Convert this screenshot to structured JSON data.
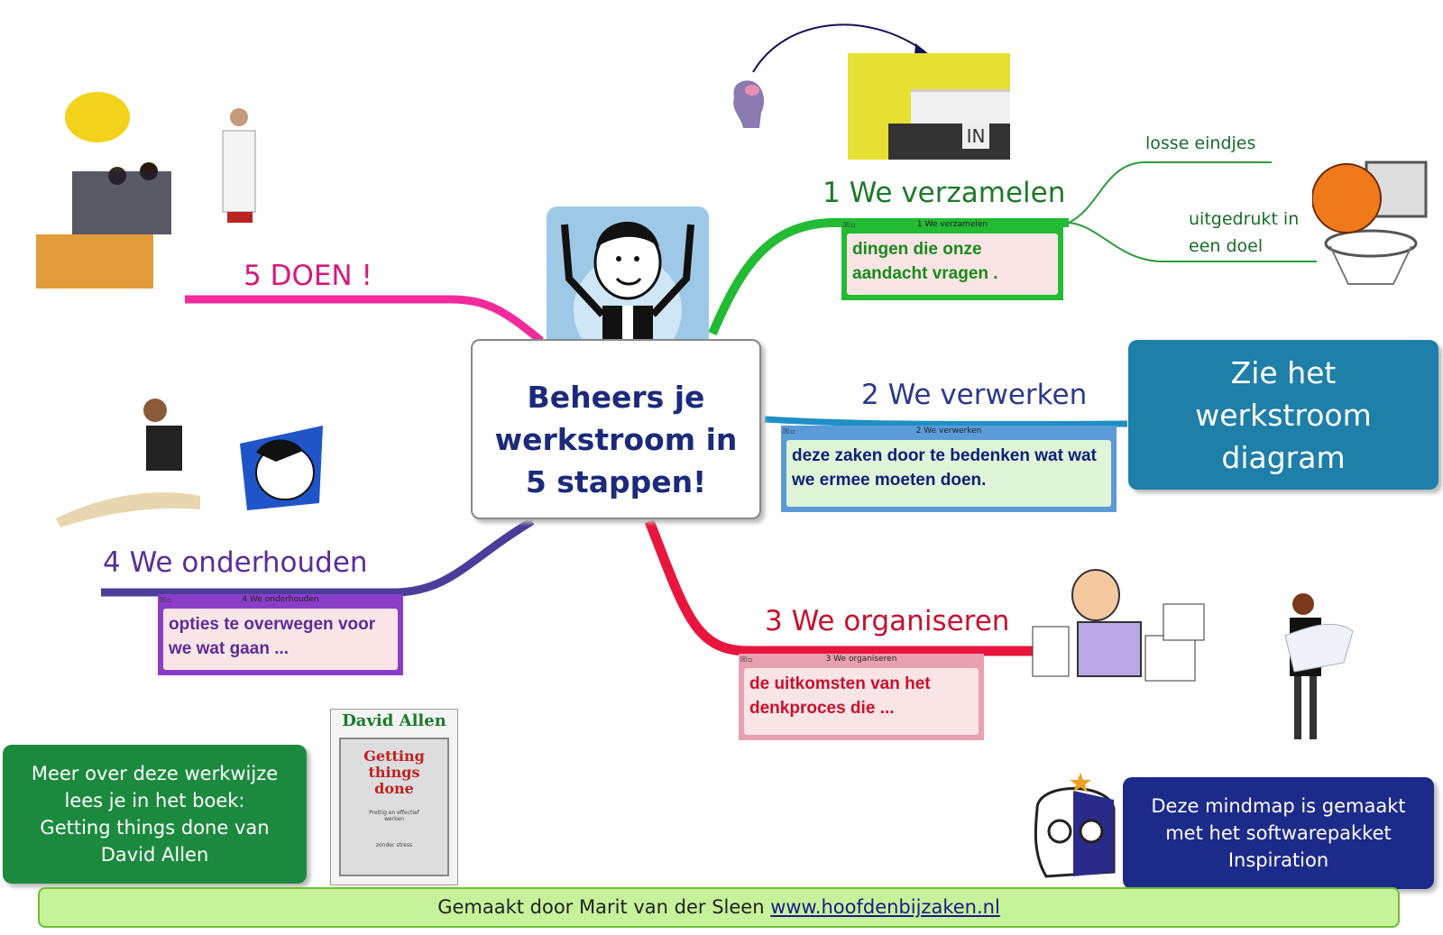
{
  "center": {
    "title": "Beheers je werkstroom in 5 stappen!"
  },
  "branches": [
    {
      "label": "1 We verzamelen",
      "color": "#1d7a2a",
      "note_title": "1 We verzamelen",
      "note_text": "dingen die onze aandacht vragen .",
      "note_bg": "#f9e5e5",
      "note_frame": "#22bb33",
      "icon": "inbox-tray-photo"
    },
    {
      "label": "2 We verwerken",
      "color": "#2a3a8a",
      "note_title": "2 We verwerken",
      "note_text": "deze zaken door te bedenken wat wat we ermee moeten doen.",
      "note_bg": "#dff5d8",
      "note_frame": "#5b9bd8",
      "icon": ""
    },
    {
      "label": "3 We organiseren",
      "color": "#c8102e",
      "note_title": "3 We organiseren",
      "note_text": "de uitkomsten van het denkproces die ...",
      "note_bg": "#f9e5e5",
      "note_frame": "#e9a0b0",
      "icon": "organizing-man-clipart"
    },
    {
      "label": "4 We onderhouden",
      "color": "#5b2d9a",
      "note_title": "4 We onderhouden",
      "note_text": "opties te overwegen voor we wat gaan ...",
      "note_bg": "#f9e5e5",
      "note_frame": "#8a3ec8",
      "icon": "thinking-woman-photo"
    },
    {
      "label": "5 DOEN !",
      "color": "#d6197a",
      "icon": "construction-team-photo"
    }
  ],
  "leaves": [
    {
      "text": "losse eindjes"
    },
    {
      "text": "uitgedrukt in een doel"
    }
  ],
  "callouts": {
    "diagram": "Zie het werkstroom diagram",
    "book_info": "Meer over deze werkwijze lees je in het boek: Getting things done van David Allen",
    "software": "Deze mindmap is gemaakt met het softwarepakket Inspiration"
  },
  "book": {
    "author": "David Allen",
    "title": "Getting things done",
    "line1": "Prettig en effectief",
    "line2": "werken",
    "line3": "zonder stress"
  },
  "inbox_label": "IN",
  "footer": {
    "text": "Gemaakt door Marit van der Sleen ",
    "link": "www.hoofdenbijzaken.nl"
  },
  "colors": {
    "callout_teal": "#1e7fa8",
    "callout_green": "#1c8a3e",
    "callout_navy": "#1c2a8a",
    "footer_bg": "#c6f29a"
  }
}
